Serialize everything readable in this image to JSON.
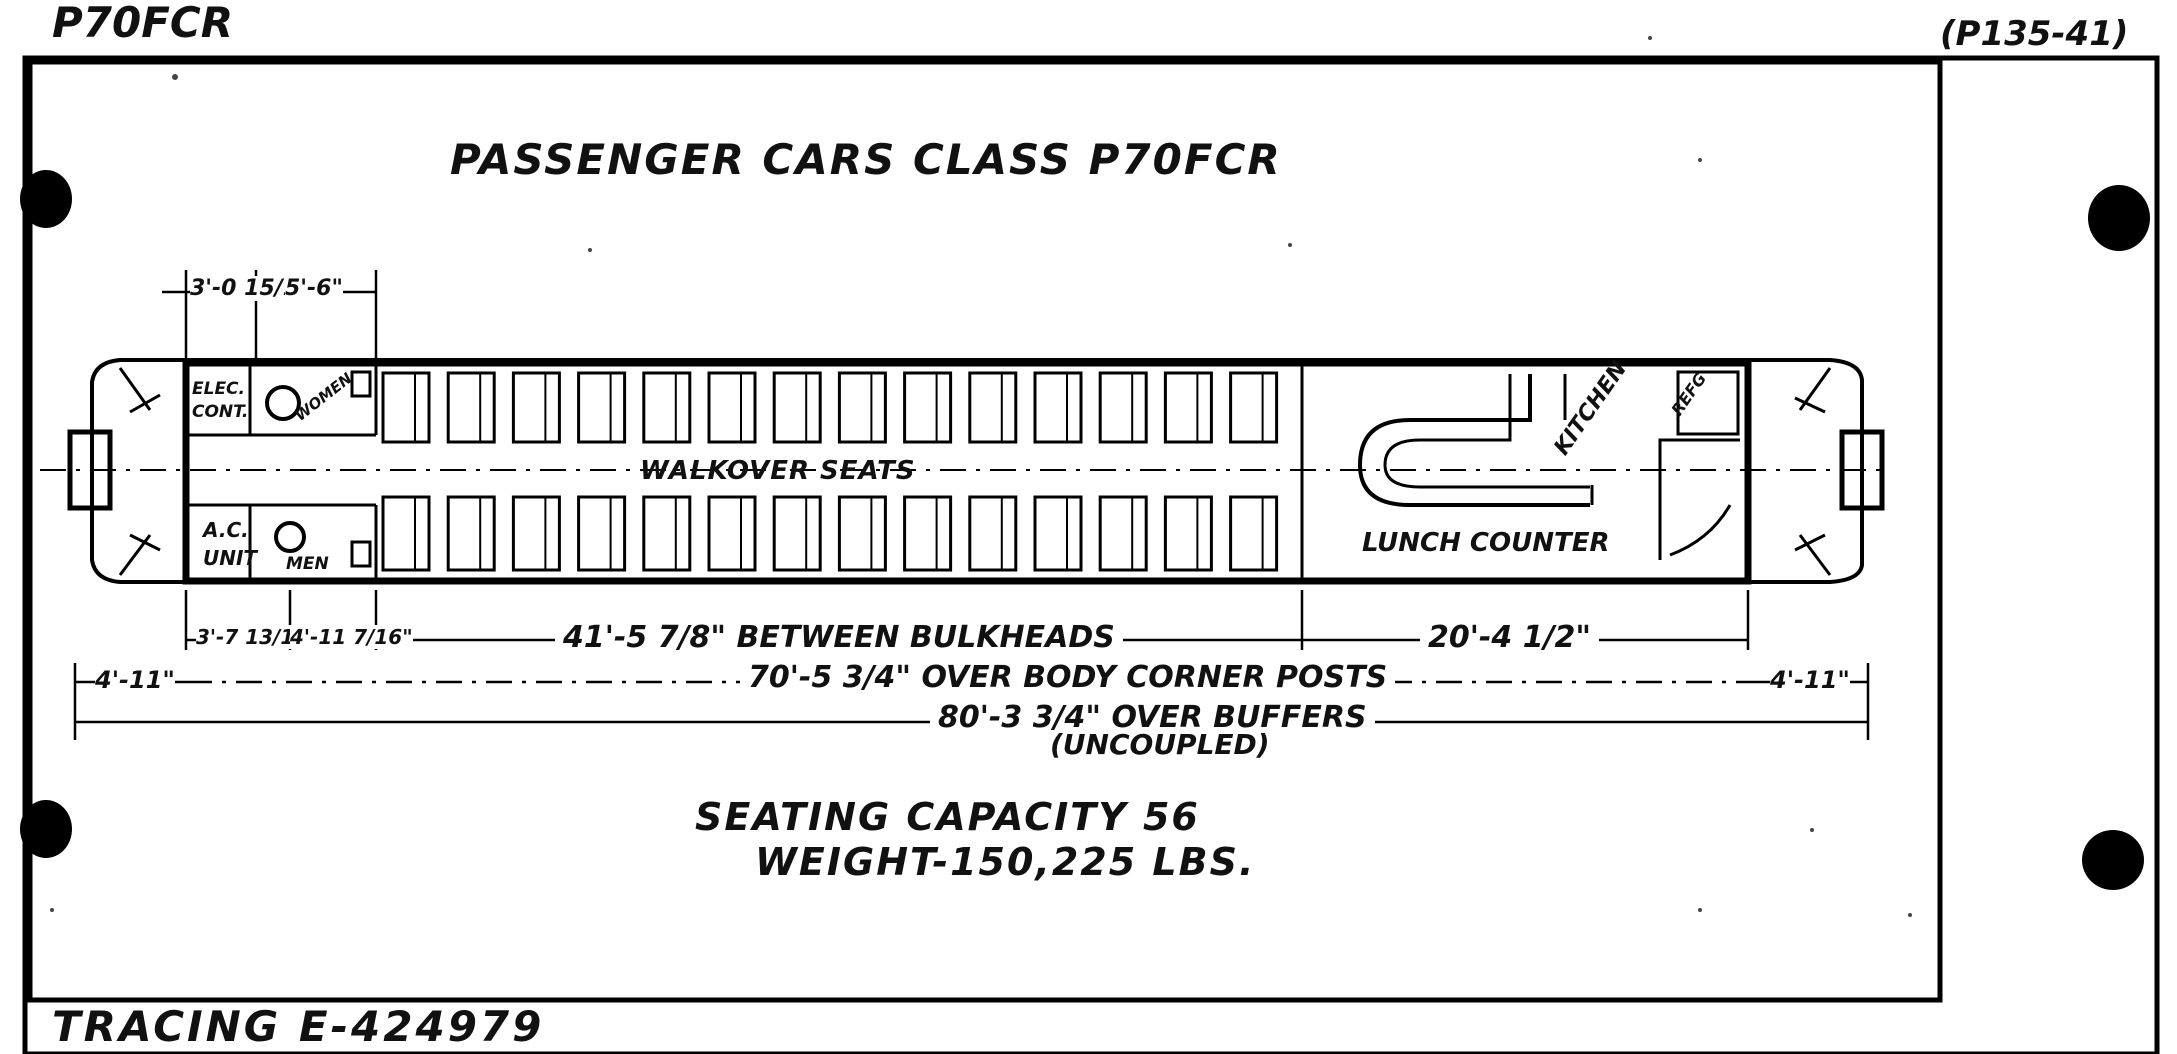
{
  "corner": {
    "top_left": "P70FCR",
    "top_right": "(P135-41)",
    "bottom_left": "TRACING E-424979"
  },
  "title": "PASSENGER CARS CLASS P70FCR",
  "labels": {
    "elec_cont_1": "ELEC.",
    "elec_cont_2": "CONT.",
    "women": "WOMEN",
    "ac_unit_1": "A.C.",
    "ac_unit_2": "UNIT",
    "men": "MEN",
    "walkover": "WALKOVER SEATS",
    "kitchen": "KITCHEN",
    "refg": "REFG",
    "lunch_counter": "LUNCH COUNTER"
  },
  "dims": {
    "top_a": "3'-0 15/16\"",
    "top_b": "5'-6\"",
    "bot_a": "3'-7 13/16\"",
    "bot_b": "4'-11 7/16\"",
    "bulkheads": "41'-5 7/8\" BETWEEN BULKHEADS",
    "kitchen_len": "20'-4 1/2\"",
    "end_left": "4'-11\"",
    "end_right": "4'-11\"",
    "corner_posts": "70'-5 3/4\" OVER BODY CORNER POSTS",
    "buffers": "80'-3 3/4\" OVER BUFFERS",
    "uncoupled": "(UNCOUPLED)"
  },
  "info": {
    "seating": "SEATING CAPACITY 56",
    "weight": "WEIGHT-150,225 LBS."
  }
}
